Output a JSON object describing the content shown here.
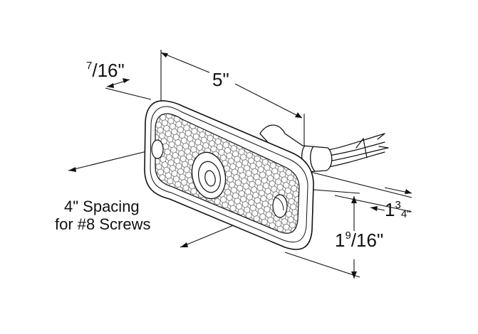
{
  "dimensions": {
    "width": "5\"",
    "inset_num": "7",
    "inset_den": "/16\"",
    "height_whole": "1",
    "height_num": "9",
    "height_den": "/16\"",
    "depth_whole": "1",
    "depth_num": "3",
    "depth_den": "4\""
  },
  "mounting_note": {
    "line1": "4\" Spacing",
    "line2": "for #8 Screws"
  }
}
